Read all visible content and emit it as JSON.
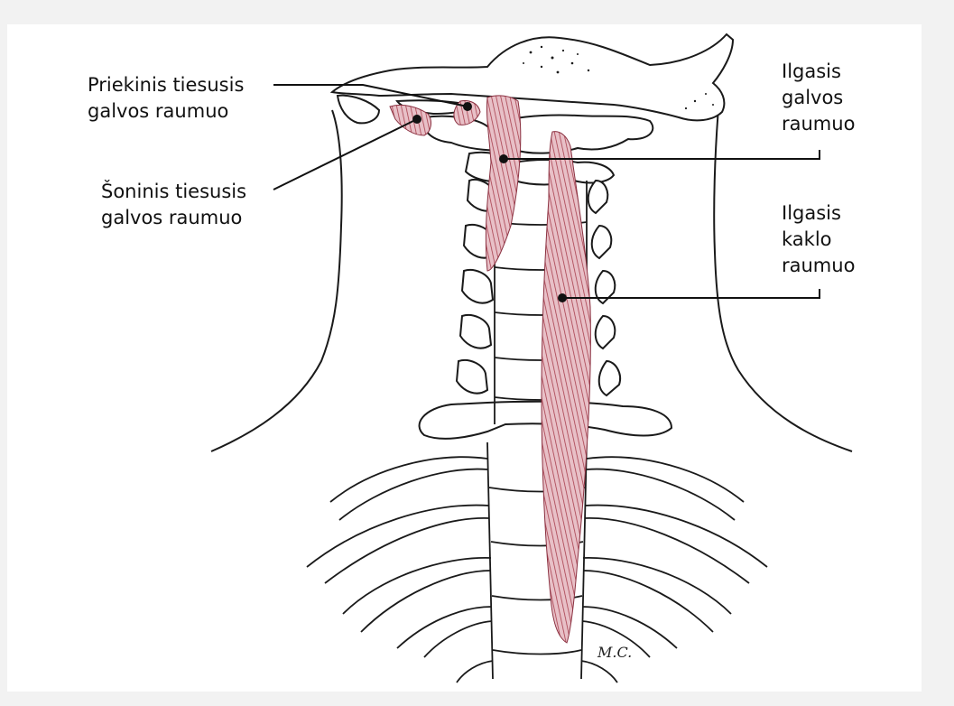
{
  "labels": {
    "rectus_capitis_anterior": {
      "line1": "Priekinis tiesusis",
      "line2": "galvos raumuo"
    },
    "rectus_capitis_lateralis": {
      "line1": "Šoninis tiesusis",
      "line2": "galvos raumuo"
    },
    "longus_capitis": {
      "line1": "Ilgasis",
      "line2": "galvos",
      "line3": "raumuo"
    },
    "longus_colli": {
      "line1": "Ilgasis",
      "line2": "kaklo",
      "line3": "raumuo"
    }
  },
  "signature": "M.C.",
  "colors": {
    "background": "#f2f2f2",
    "panel": "#ffffff",
    "outline": "#1a1a1a",
    "muscle": "#b0505e",
    "muscle_fill": "#d9a0aa",
    "bone": "#ffffff"
  }
}
